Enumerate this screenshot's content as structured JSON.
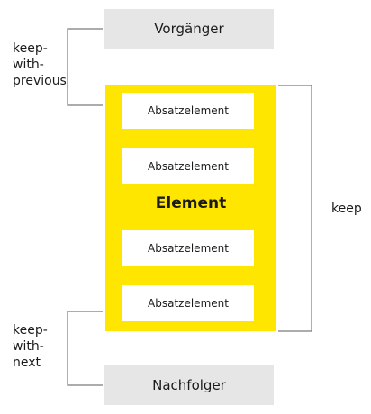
{
  "predecessor": "Vorgänger",
  "element": "Element",
  "paragraphs": [
    "Absatzelement",
    "Absatzelement",
    "Absatzelement",
    "Absatzelement"
  ],
  "successor": "Nachfolger",
  "keep_with_previous": [
    "keep-",
    "with-",
    "previous"
  ],
  "keep_with_next": [
    "keep-",
    "with-",
    "next"
  ],
  "keep": "keep",
  "colors": {
    "yellow": "#ffe600",
    "gray_box": "#e6e6e6",
    "line": "#7a7a7a"
  }
}
